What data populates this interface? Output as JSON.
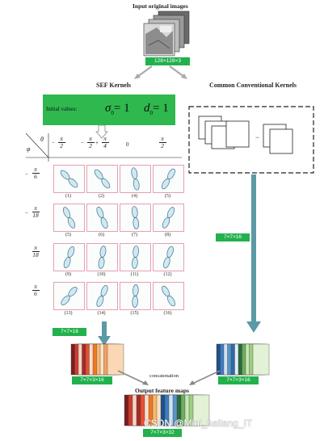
{
  "top": {
    "title": "Input original images",
    "size_label": "128×128×3"
  },
  "branches": {
    "left_title": "SEF Kernels",
    "right_title": "Common Conventional Kernels",
    "right_minus": "−"
  },
  "init": {
    "label": "Initial values:",
    "sigma": "σ",
    "sigma_sub": "0",
    "sigma_val": "= 1",
    "d": "d",
    "d_sub": "0",
    "d_val": "= 1"
  },
  "grid": {
    "phi": "φ",
    "theta": "θ",
    "cols": [
      {
        "sign": "−",
        "num": "π",
        "den": "2",
        "plus": "",
        "num2": "",
        "den2": ""
      },
      {
        "sign": "−",
        "num": "π",
        "den": "2",
        "plus": "+",
        "num2": "π",
        "den2": "4"
      },
      {
        "sign": "",
        "num": "0",
        "den": "",
        "plus": "",
        "num2": "",
        "den2": ""
      },
      {
        "sign": "",
        "num": "π",
        "den": "2",
        "plus": "",
        "num2": "",
        "den2": ""
      }
    ],
    "rows": [
      {
        "sign": "−",
        "num": "π",
        "den": "6",
        "labels": [
          "(1)",
          "(2)",
          "(4)",
          "(5)"
        ]
      },
      {
        "sign": "−",
        "num": "π",
        "den": "18",
        "labels": [
          "(5)",
          "(6)",
          "(7)",
          "(8)"
        ]
      },
      {
        "sign": "",
        "num": "π",
        "den": "18",
        "labels": [
          "(9)",
          "(10)",
          "(11)",
          "(12)"
        ]
      },
      {
        "sign": "",
        "num": "π",
        "den": "6",
        "labels": [
          "(13)",
          "(14)",
          "(15)",
          "(16)"
        ]
      }
    ]
  },
  "labels": {
    "left_kernel": "7×7×16",
    "right_kernel": "7×7×16",
    "left_stack": "7×7×3×16",
    "right_stack": "7×7×3×16",
    "concat": "concatenation",
    "output_title": "Output feature maps",
    "output_size": "7×7×3×32",
    "watermark": "CSDN @Mini_hailang_IT"
  },
  "colors": {
    "green": "#22b14c",
    "arrow": "#5b9aa6",
    "petal": "#cfe9f3",
    "cell_border": "#e4a1b0"
  }
}
